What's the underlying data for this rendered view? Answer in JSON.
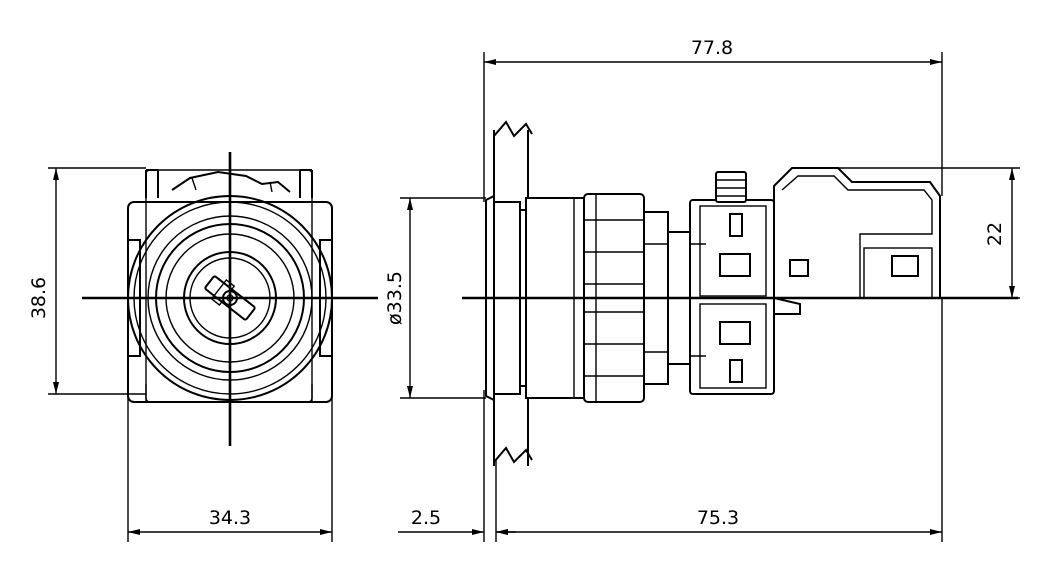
{
  "dimensions": {
    "overall_length": "77.8",
    "front_height": "38.6",
    "front_width": "34.3",
    "bezel_diameter": "ø33.5",
    "bezel_thickness": "2.5",
    "body_length": "75.3",
    "terminal_height": "22"
  }
}
